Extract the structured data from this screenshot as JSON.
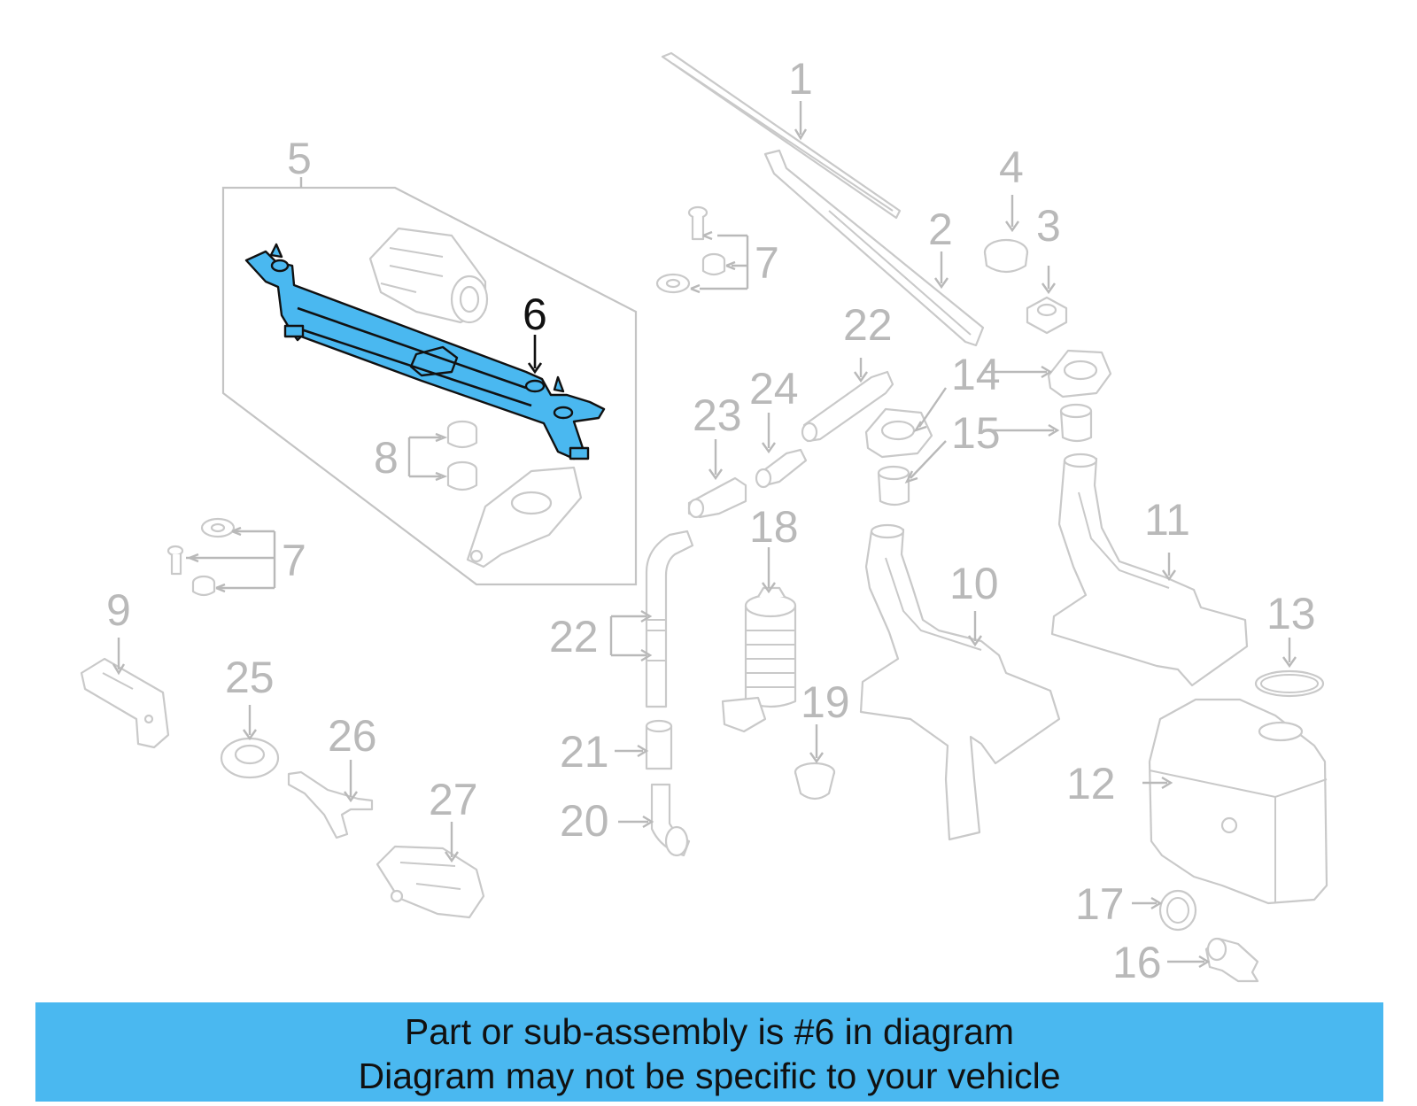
{
  "callouts": [
    {
      "id": "1",
      "text": "1"
    },
    {
      "id": "2",
      "text": "2"
    },
    {
      "id": "3",
      "text": "3"
    },
    {
      "id": "4",
      "text": "4"
    },
    {
      "id": "5",
      "text": "5"
    },
    {
      "id": "6",
      "text": "6"
    },
    {
      "id": "7a",
      "text": "7"
    },
    {
      "id": "7b",
      "text": "7"
    },
    {
      "id": "8",
      "text": "8"
    },
    {
      "id": "9",
      "text": "9"
    },
    {
      "id": "10",
      "text": "10"
    },
    {
      "id": "11",
      "text": "11"
    },
    {
      "id": "12",
      "text": "12"
    },
    {
      "id": "13",
      "text": "13"
    },
    {
      "id": "14",
      "text": "14"
    },
    {
      "id": "15",
      "text": "15"
    },
    {
      "id": "16",
      "text": "16"
    },
    {
      "id": "17",
      "text": "17"
    },
    {
      "id": "18",
      "text": "18"
    },
    {
      "id": "19",
      "text": "19"
    },
    {
      "id": "20",
      "text": "20"
    },
    {
      "id": "21",
      "text": "21"
    },
    {
      "id": "22a",
      "text": "22"
    },
    {
      "id": "22b",
      "text": "22"
    },
    {
      "id": "23",
      "text": "23"
    },
    {
      "id": "24",
      "text": "24"
    },
    {
      "id": "25",
      "text": "25"
    },
    {
      "id": "26",
      "text": "26"
    },
    {
      "id": "27",
      "text": "27"
    }
  ],
  "highlighted_part": "6",
  "colors": {
    "highlight": "#4ab8f0",
    "linework": "#c9c9c9",
    "callout_text": "#b9b9b9",
    "highlight_text": "#111111"
  },
  "banner": {
    "line1": "Part or sub-assembly is #6 in diagram",
    "line2": "Diagram may not be specific to your vehicle"
  }
}
